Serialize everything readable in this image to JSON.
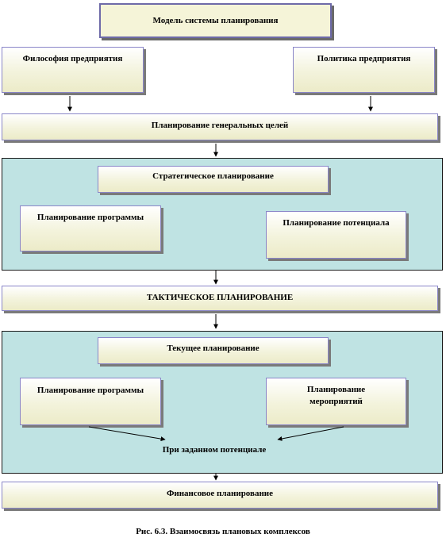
{
  "diagram": {
    "title": "Модель системы планирования",
    "philosophy": "Философия предприятия",
    "policy": "Политика предприятия",
    "general_goals": "Планирование генеральных целей",
    "strategic": {
      "header": "Стратегическое планирование",
      "program": "Планирование программы",
      "potential": "Планирование потенциала"
    },
    "tactical": "ТАКТИЧЕСКОЕ ПЛАНИРОВАНИЕ",
    "current": {
      "header": "Текущее планирование",
      "program": "Планирование программы",
      "measures_line1": "Планирование",
      "measures_line2": "мероприятий",
      "given_potential": "При заданном потенциале"
    },
    "financial": "Финансовое планирование",
    "caption": "Рис. 6.3. Взаимосвязь плановых комплексов"
  }
}
